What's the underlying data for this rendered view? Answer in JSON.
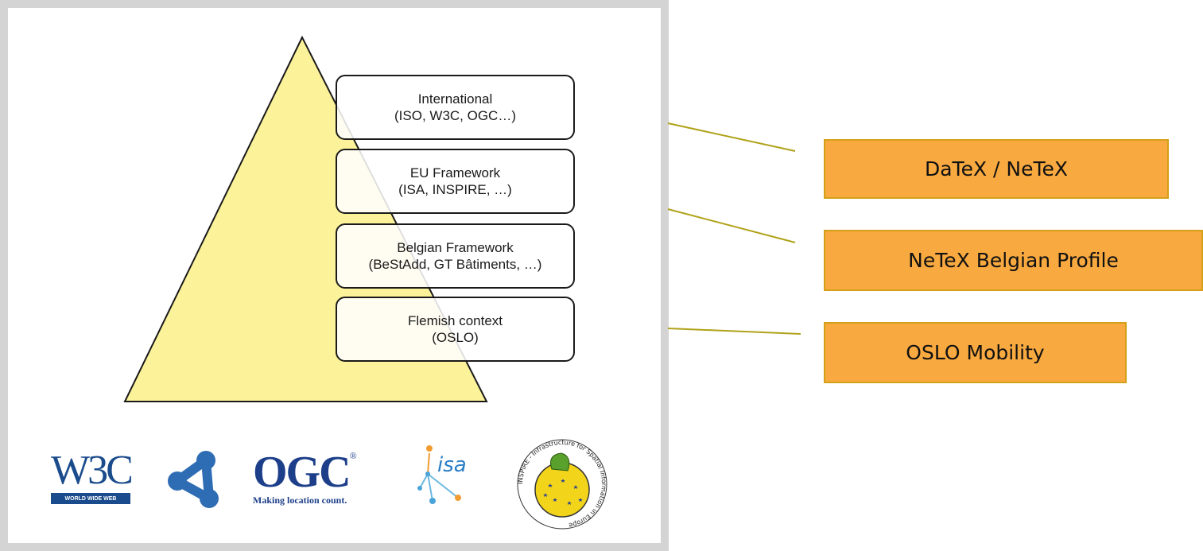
{
  "layers": [
    {
      "title": "International",
      "detail": "(ISO, W3C, OGC…)"
    },
    {
      "title": "EU Framework",
      "detail": "(ISA, INSPIRE, …)"
    },
    {
      "title": "Belgian Framework",
      "detail": "(BeStAdd, GT Bâtiments, …)"
    },
    {
      "title": "Flemish context",
      "detail": "(OSLO)"
    }
  ],
  "mappings": [
    {
      "label": "DaTeX / NeTeX"
    },
    {
      "label": "NeTeX Belgian Profile"
    },
    {
      "label": "OSLO Mobility"
    }
  ],
  "logos": {
    "w3c": {
      "mark": "W3C",
      "caption": "WORLD WIDE WEB"
    },
    "ogc": {
      "mark": "OGC",
      "reg": "®",
      "tagline": "Making location count."
    },
    "isa": {
      "mark": "isa"
    },
    "inspire": {
      "ring": "INSPIRE - Infrastructure for Spatial Information in Europe"
    }
  },
  "colors": {
    "pyramid_fill": "#fbf29a",
    "pyramid_stroke": "#1a1a1a",
    "mapping_fill": "#f8a940",
    "mapping_border": "#d4a017",
    "connector": "#b0a219",
    "panel_border": "#d4d4d4"
  }
}
